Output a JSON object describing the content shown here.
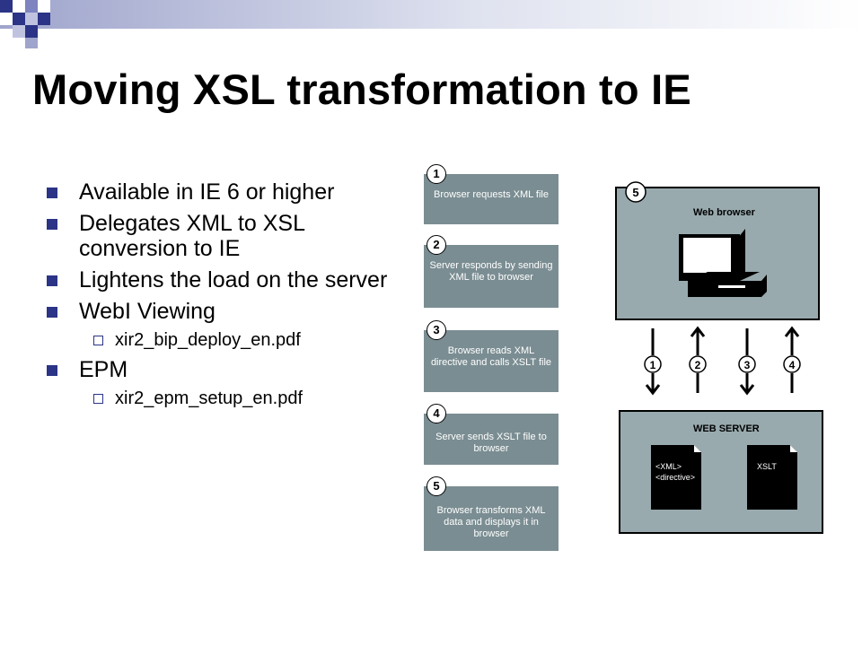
{
  "slide": {
    "title": "Moving XSL transformation to IE"
  },
  "bullets": [
    {
      "text": "Available in IE 6 or higher"
    },
    {
      "text": "Delegates XML to XSL conversion to IE"
    },
    {
      "text": "Lightens the load on the server"
    },
    {
      "text": "WebI Viewing",
      "sub": [
        "xir2_bip_deploy_en.pdf"
      ]
    },
    {
      "text": "EPM",
      "sub": [
        "xir2_epm_setup_en.pdf"
      ]
    }
  ],
  "steps": [
    {
      "num": "1",
      "text": "Browser requests XML file"
    },
    {
      "num": "2",
      "text": "Server responds by sending XML file to browser"
    },
    {
      "num": "3",
      "text": "Browser reads XML directive and calls XSLT file"
    },
    {
      "num": "4",
      "text": "Server sends XSLT file to browser"
    },
    {
      "num": "5",
      "text": "Browser transforms XML data and displays it in browser"
    }
  ],
  "diagram": {
    "browser_label": "Web browser",
    "browser_badge": "5",
    "server_label": "WEB SERVER",
    "arrows": [
      {
        "num": "1",
        "dir": "down"
      },
      {
        "num": "2",
        "dir": "up"
      },
      {
        "num": "3",
        "dir": "down"
      },
      {
        "num": "4",
        "dir": "up"
      }
    ],
    "docs": [
      {
        "lines": [
          "<XML>",
          "<directive>"
        ]
      },
      {
        "lines": [
          "XSLT"
        ]
      }
    ],
    "colors": {
      "panel": "#98aaae",
      "step": "#7a8d92",
      "bullet": "#2b3486"
    }
  }
}
